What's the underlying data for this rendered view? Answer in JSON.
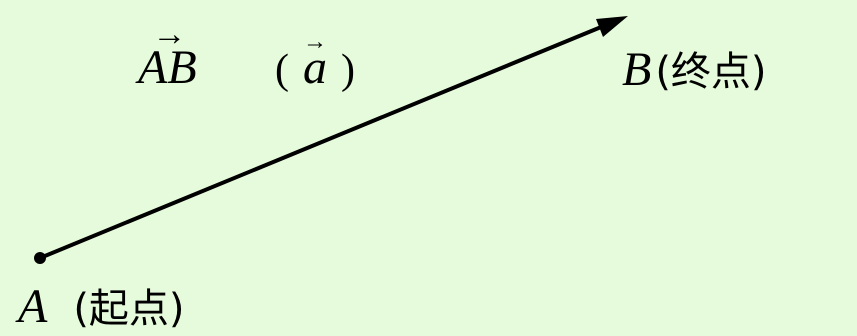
{
  "labels": {
    "vector_ab": "AB",
    "vector_ab_arrow": "→",
    "vector_a_open": "(",
    "vector_a": "a",
    "vector_a_arrow": "→",
    "vector_a_close": ")",
    "point_b": "B",
    "point_b_note": "(终点)",
    "point_a": "A",
    "point_a_note": "(起点)"
  },
  "colors": {
    "background": "#e6fbdc",
    "ink": "#000000"
  }
}
